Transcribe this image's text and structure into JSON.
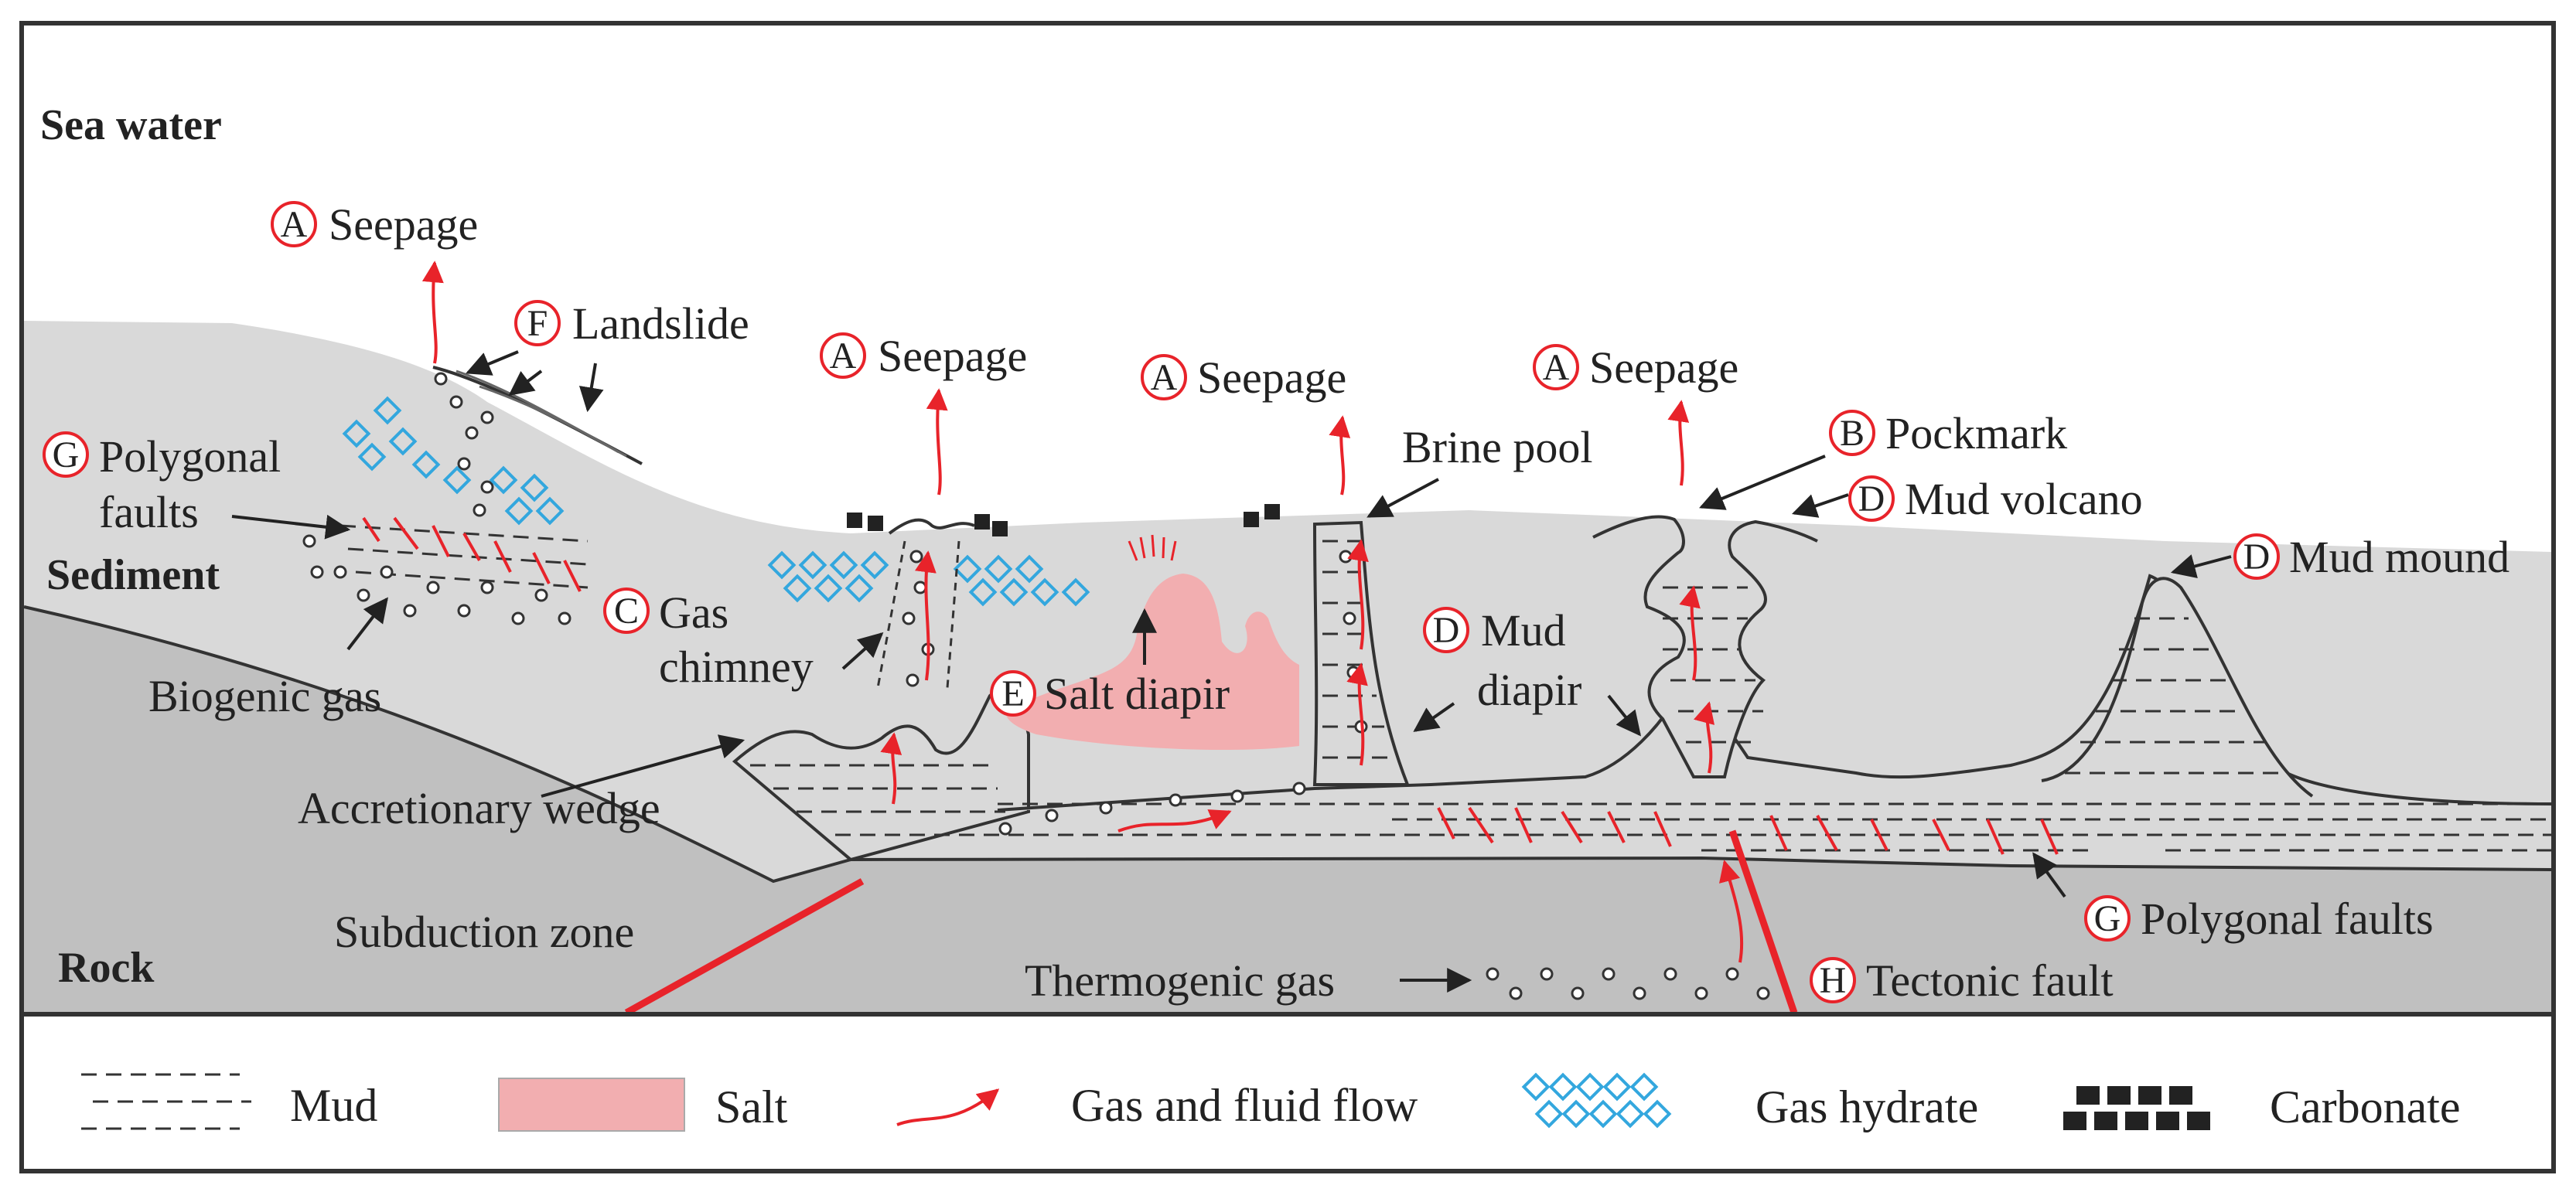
{
  "layers": {
    "sea_water": "Sea water",
    "sediment": "Sediment",
    "rock": "Rock"
  },
  "features": {
    "seepage_1": {
      "letter": "A",
      "label": "Seepage"
    },
    "landslide": {
      "letter": "F",
      "label": "Landslide"
    },
    "polygonal_faults_left": {
      "letter": "G",
      "label_line1": "Polygonal",
      "label_line2": "faults"
    },
    "biogenic_gas": "Biogenic gas",
    "seepage_2": {
      "letter": "A",
      "label": "Seepage"
    },
    "gas_chimney": {
      "letter": "C",
      "label_line1": "Gas",
      "label_line2": "chimney"
    },
    "salt_diapir": {
      "letter": "E",
      "label": "Salt diapir"
    },
    "seepage_3": {
      "letter": "A",
      "label": "Seepage"
    },
    "brine_pool": "Brine pool",
    "mud_diapir": {
      "letter": "D",
      "label_line1": "Mud",
      "label_line2": "diapir"
    },
    "seepage_4": {
      "letter": "A",
      "label": "Seepage"
    },
    "pockmark": {
      "letter": "B",
      "label": "Pockmark"
    },
    "mud_volcano": {
      "letter": "D",
      "label": "Mud volcano"
    },
    "mud_mound": {
      "letter": "D",
      "label": "Mud mound"
    },
    "accretionary_wedge": "Accretionary wedge",
    "subduction_zone": "Subduction zone",
    "thermogenic_gas": "Thermogenic gas",
    "polygonal_faults_right": {
      "letter": "G",
      "label": "Polygonal faults"
    },
    "tectonic_fault": {
      "letter": "H",
      "label": "Tectonic fault"
    }
  },
  "legend": {
    "mud": "Mud",
    "salt": "Salt",
    "flow": "Gas and fluid flow",
    "hydrate": "Gas hydrate",
    "carbonate": "Carbonate"
  },
  "colors": {
    "sediment": "#d9d9d9",
    "rock": "#c0c0c0",
    "salt": "#f2aeb0",
    "gas_flow": "#e8232a",
    "gas_hydrate": "#33a7de",
    "carbonate": "#222222"
  }
}
